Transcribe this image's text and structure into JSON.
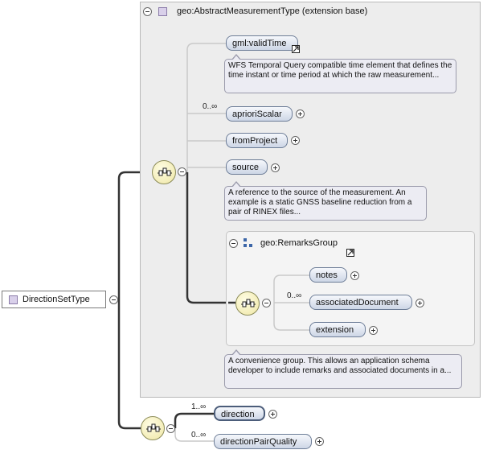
{
  "root": {
    "label": "DirectionSetType"
  },
  "extension_panel": {
    "title": "geo:AbstractMeasurementType (extension base)"
  },
  "elements": {
    "gml_validTime": {
      "label": "gml:validTime"
    },
    "aprioriScalar": {
      "label": "aprioriScalar",
      "cardinality": "0..∞"
    },
    "fromProject": {
      "label": "fromProject"
    },
    "source": {
      "label": "source"
    },
    "direction": {
      "label": "direction",
      "cardinality": "1..∞"
    },
    "directionPairQuality": {
      "label": "directionPairQuality",
      "cardinality": "0..∞"
    }
  },
  "remarks_group": {
    "title": "geo:RemarksGroup",
    "notes": {
      "label": "notes"
    },
    "associatedDocument": {
      "label": "associatedDocument",
      "cardinality": "0..∞"
    },
    "extension": {
      "label": "extension"
    }
  },
  "annotations": {
    "validTime": "WFS Temporal Query compatible time element that defines the time instant or time period at which the raw measurement...",
    "source": "A reference to the source of the measurement. An example is a static GNSS baseline reduction from a pair of RINEX files...",
    "remarks": "A convenience group. This allows an application schema developer to include remarks and associated documents in a..."
  },
  "colors": {
    "element_border": "#6d7d97",
    "sequence_fill": "#eee6a4",
    "annotation_fill": "#ececf3",
    "panel_fill": "#ededed",
    "connector_strong": "#333333",
    "connector_light": "#c9c9c9"
  }
}
